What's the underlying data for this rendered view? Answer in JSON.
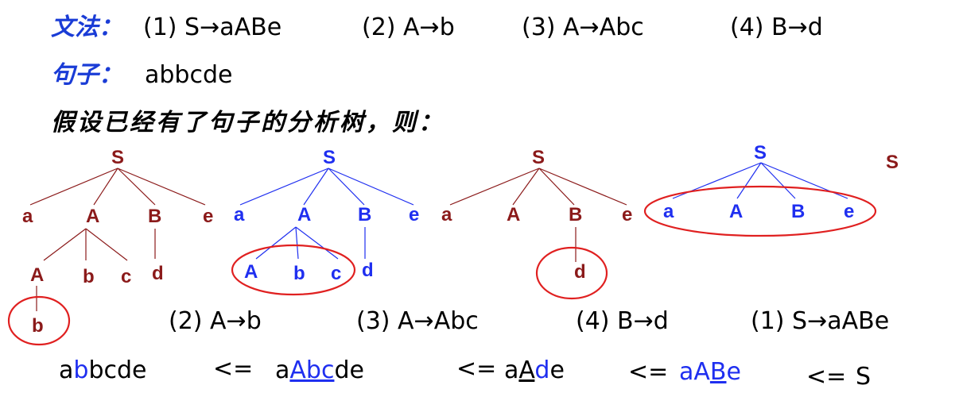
{
  "grammar": {
    "label": "文法：",
    "rules": [
      "(1) S→aABe",
      "(2) A→b",
      "(3) A→Abc",
      "(4) B→d"
    ]
  },
  "sentence": {
    "label": "句子：",
    "value": "abbcde"
  },
  "hint": "假设已经有了句子的分析树，则：",
  "trees": {
    "t1": {
      "root": "S",
      "children": [
        "a",
        "A",
        "B",
        "e"
      ],
      "a_children": [
        "A",
        "b",
        "c"
      ],
      "b_child": "d",
      "leaf": "b"
    },
    "t2": {
      "root": "S",
      "children": [
        "a",
        "A",
        "B",
        "e"
      ],
      "a_children": [
        "A",
        "b",
        "c"
      ],
      "b_child": "d"
    },
    "t3": {
      "root": "S",
      "children": [
        "a",
        "A",
        "B",
        "e"
      ],
      "b_child": "d"
    },
    "t4": {
      "root": "S",
      "children": [
        "a",
        "A",
        "B",
        "e"
      ]
    },
    "t5": {
      "root": "S"
    }
  },
  "steps": [
    "(2) A→b",
    "(3) A→Abc",
    "(4) B→d",
    "(1) S→aABe"
  ],
  "derivation": {
    "s1": {
      "p1": "a",
      "p2": "b",
      "p3": "bcde"
    },
    "arrow": "<=",
    "s2": {
      "p1": "a",
      "p2": "Abc",
      "p3": "de"
    },
    "s3": {
      "p1": "a",
      "p2": "A",
      "p3": "d",
      "p4": "e"
    },
    "s4": {
      "p1": "aA",
      "p2": "B",
      "p3": "e"
    },
    "s5": "S"
  },
  "colors": {
    "label_blue": "#1a3cd6",
    "tree_red": "#8b1a1a",
    "tree_blue": "#1f2ff0",
    "circle_red": "#e02020"
  }
}
